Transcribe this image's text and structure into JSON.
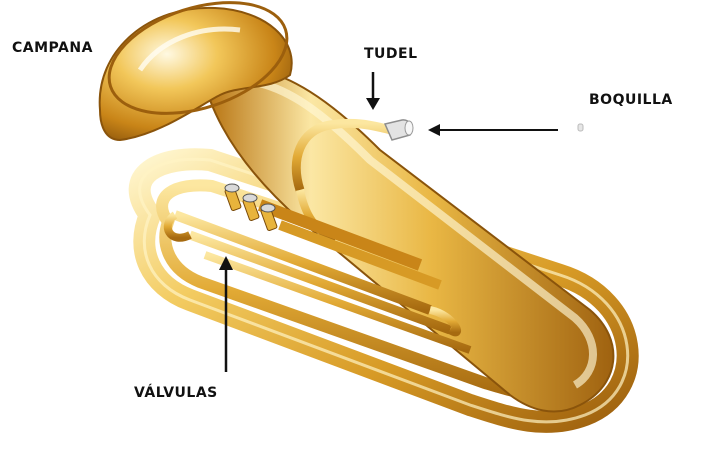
{
  "labels": {
    "campana": "CAMPANA",
    "tudel": "TUDEL",
    "boquilla": "BOQUILLA",
    "valvulas": "VÁLVULAS"
  },
  "instrument": {
    "icon": "tuba-illustration",
    "colors": {
      "brass_light": "#FCE9A6",
      "brass_mid": "#E8B43C",
      "brass_dark": "#A86A10",
      "brass_shadow": "#7A4A08",
      "silver": "#D9D9D9"
    }
  },
  "arrow_color": "#111111"
}
